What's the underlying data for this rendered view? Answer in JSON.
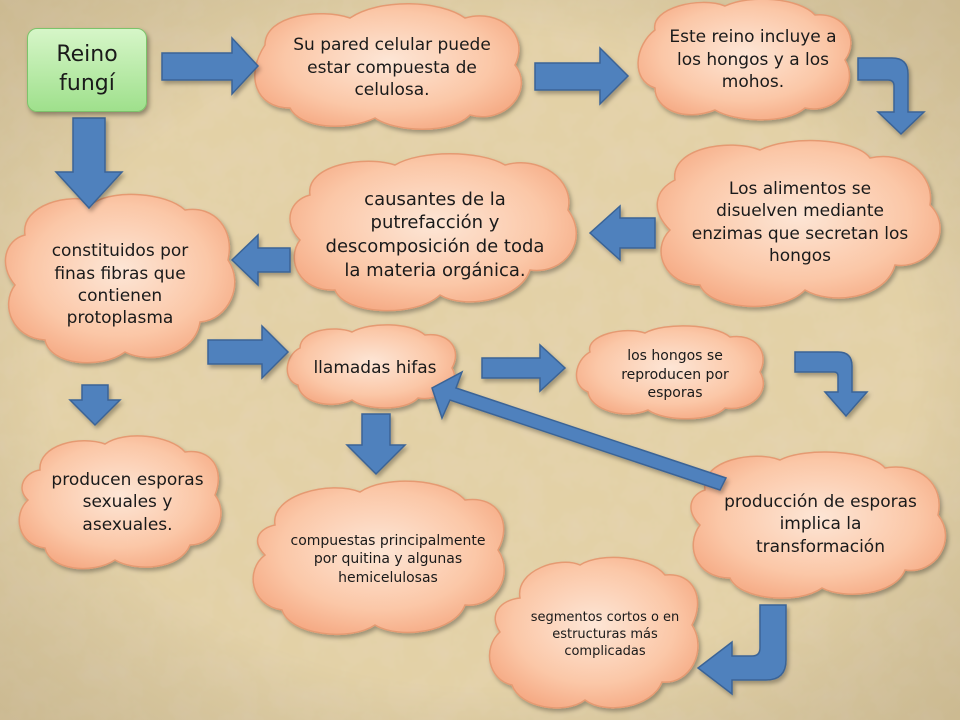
{
  "colors": {
    "background": "#e2cfa3",
    "cloud_light": "#fde6d6",
    "cloud_dark": "#f5a983",
    "cloud_stroke": "#e59a72",
    "arrow_fill": "#4f81bd",
    "arrow_stroke": "#3a6496",
    "root_box": "#b8eca6"
  },
  "root": {
    "label": "Reino fungí"
  },
  "nodes": {
    "pared_celular": "Su pared celular puede estar compuesta de celulosa.",
    "hongos_mohos": "Este reino incluye a los hongos y a los mohos.",
    "alimentos": "Los alimentos se disuelven mediante enzimas que secretan los hongos",
    "putrefaccion": "causantes de la putrefacción y descomposición de toda la materia orgánica.",
    "constituidos": "constituidos por finas fibras que contienen protoplasma",
    "hifas": "llamadas hifas",
    "reproducen": "los hongos se reproducen por esporas",
    "produccion": "producción de esporas implica la transformación",
    "esporas_sexuales": "producen esporas sexuales y asexuales.",
    "quitina": "compuestas principalmente por quitina y algunas hemicelulosas",
    "segmentos": "segmentos cortos o en estructuras más complicadas"
  }
}
